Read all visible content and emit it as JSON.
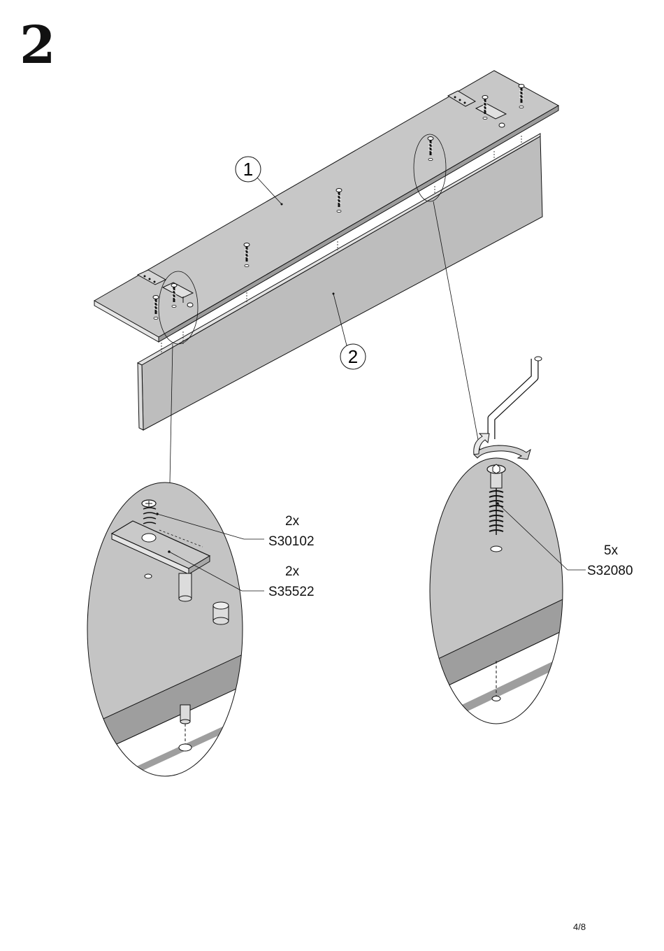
{
  "step": "2",
  "parts": [
    {
      "id": "part-1",
      "label": "1"
    },
    {
      "id": "part-2",
      "label": "2"
    }
  ],
  "hardware": [
    {
      "qty": "2x",
      "code": "S30102"
    },
    {
      "qty": "2x",
      "code": "S35522"
    },
    {
      "qty": "5x",
      "code": "S32080"
    }
  ],
  "page": "4/8"
}
